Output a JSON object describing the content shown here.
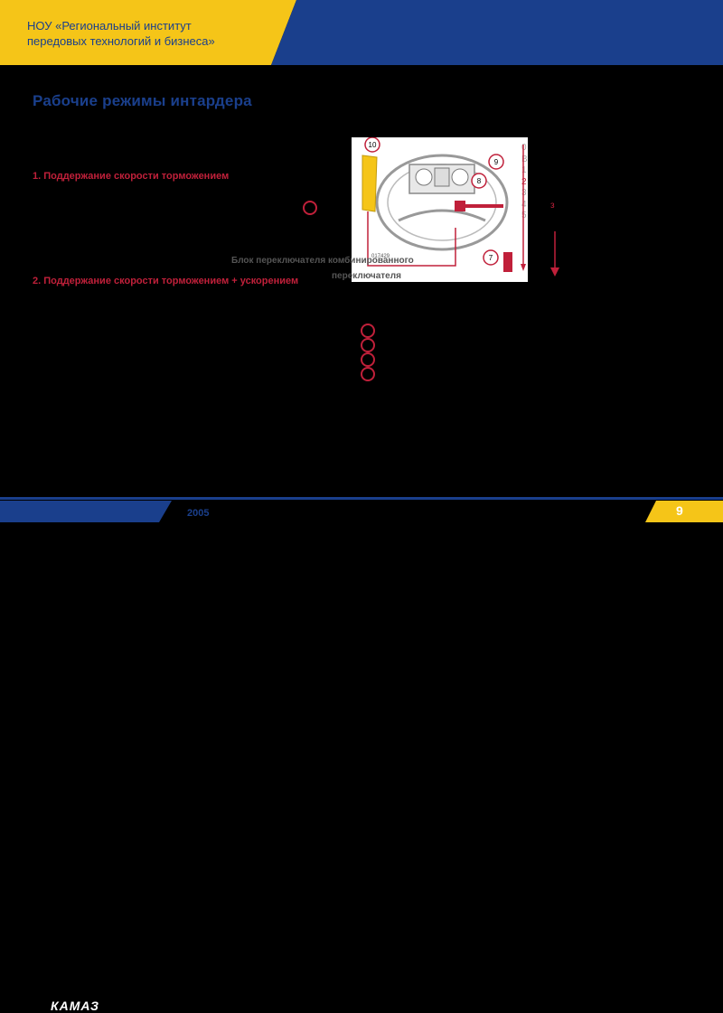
{
  "header": {
    "org_line1": "НОУ «Региональный институт",
    "org_line2": "передовых технологий и бизнеса»",
    "colors": {
      "yellow": "#f5c518",
      "blue": "#1a3f8c"
    }
  },
  "slide": {
    "title": "Рабочие режимы интардера",
    "item1": "1. Поддержание скорости торможением",
    "item2": "2. Поддержание скорости торможением + ускорением"
  },
  "diagram": {
    "callouts": [
      "10",
      "9",
      "8",
      "7"
    ],
    "code": "017429",
    "caption_line1": "Блок переключателя комбинированного",
    "caption_line2": "переключателя",
    "scale": [
      "0",
      "B",
      "1",
      "2",
      "3",
      "4",
      "5"
    ],
    "scale_active": "2",
    "z_label": "з"
  },
  "footer": {
    "logo": "КАМАЗ",
    "year": "2005",
    "page": "9"
  }
}
